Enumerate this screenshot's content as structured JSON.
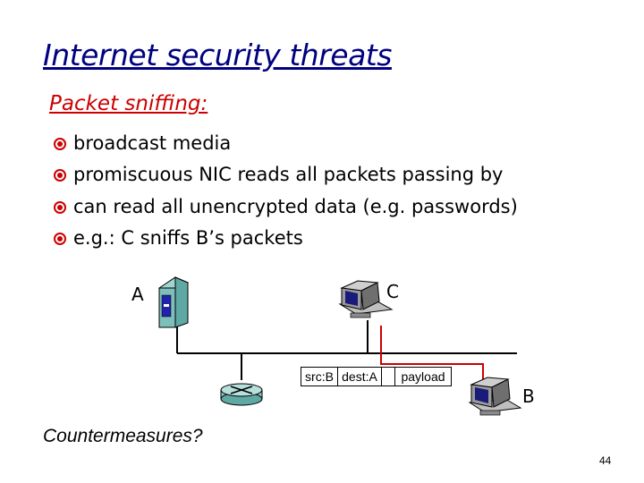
{
  "title": "Internet security threats",
  "section": {
    "heading": "Packet sniffing:"
  },
  "bullets": [
    "broadcast media",
    "promiscuous NIC reads all packets passing by",
    "can read all unencrypted data (e.g. passwords)",
    "e.g.: C sniffs B’s packets"
  ],
  "diagram": {
    "hosts": {
      "a": "A",
      "b": "B",
      "c": "C"
    },
    "packet": {
      "src": "src:B",
      "dest": "dest:A",
      "payload": "payload"
    }
  },
  "countermeasures": "Countermeasures?",
  "page_number": "44",
  "colors": {
    "title": "#000080",
    "heading": "#cc0000",
    "bullet": "#cc0000",
    "packet_path": "#cc0000"
  }
}
